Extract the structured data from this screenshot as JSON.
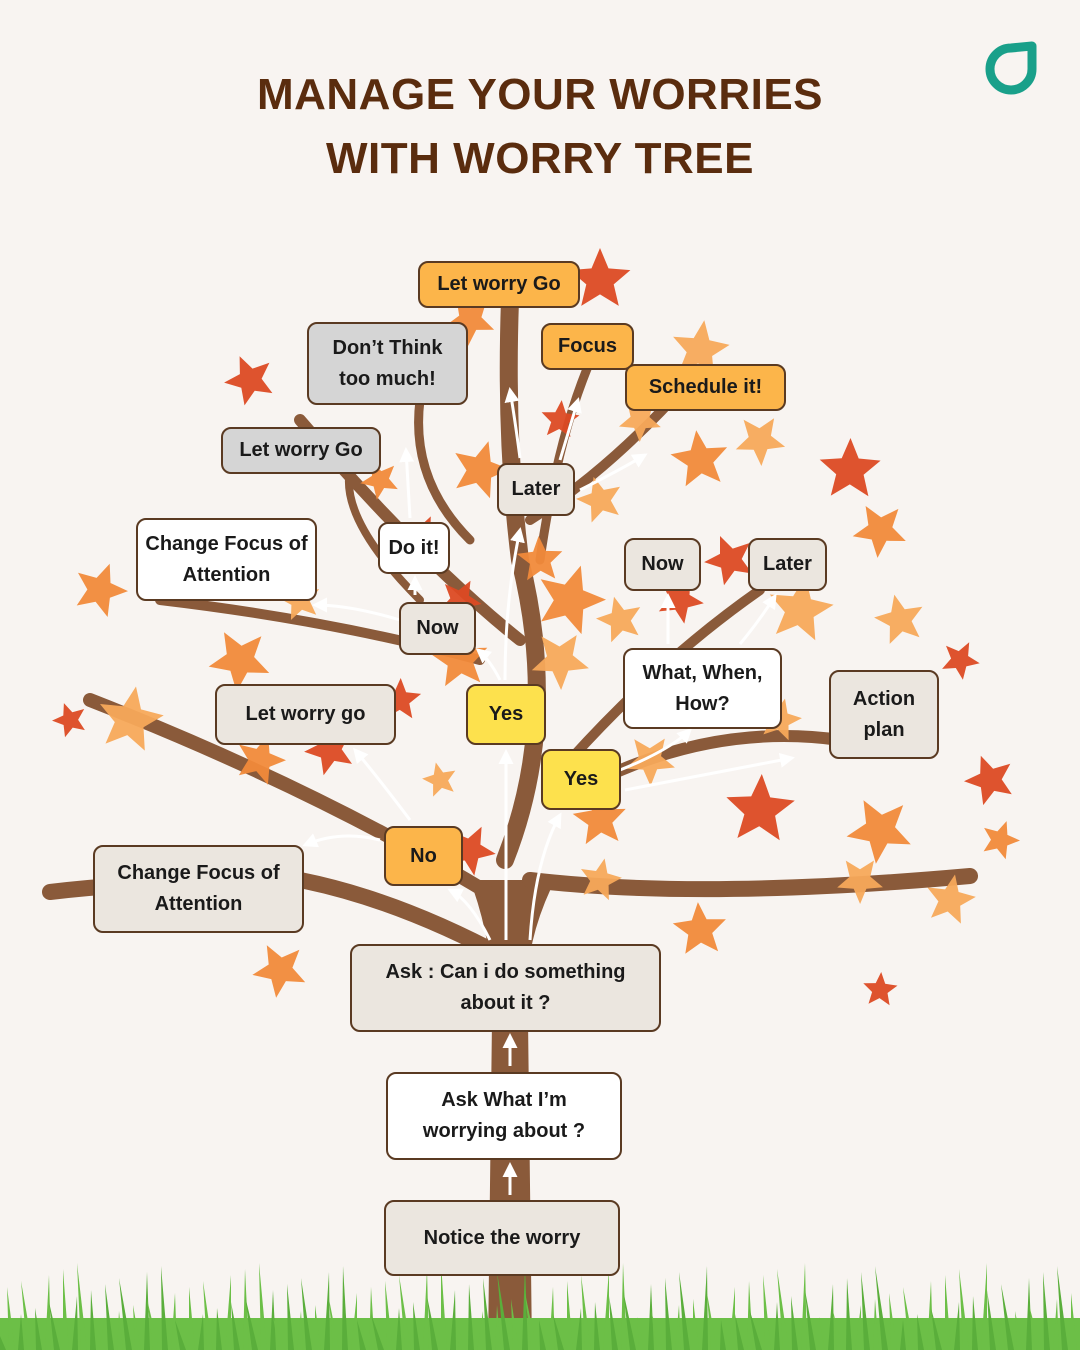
{
  "header": {
    "title_line1": "MANAGE YOUR WORRIES",
    "title_line2": "WITH WORRY TREE"
  },
  "logo": {
    "icon": "leaf-ring-logo-icon",
    "color": "#19a08a"
  },
  "colors": {
    "title": "#5a2c0e",
    "trunk": "#8a5a3a",
    "leaf_red": "#dc4a23",
    "leaf_orange": "#f18a3a",
    "leaf_light": "#f7a95a",
    "grass": "#6cbf47",
    "node_orange": "#fcb54a",
    "node_yellow": "#fde14d",
    "node_gray": "#d5d5d5",
    "node_beige": "#ebe6df"
  },
  "nodes": [
    {
      "id": "notice",
      "text": "Notice the worry"
    },
    {
      "id": "ask_what",
      "text": "Ask What I’m\nworrying about ?"
    },
    {
      "id": "ask_can",
      "text": "Ask : Can i do something\nabout it ?"
    },
    {
      "id": "no",
      "text": "No"
    },
    {
      "id": "change_focus_low",
      "text": "Change Focus of\nAttention"
    },
    {
      "id": "let_go_mid",
      "text": "Let worry go"
    },
    {
      "id": "yes_center",
      "text": "Yes"
    },
    {
      "id": "yes_right",
      "text": "Yes"
    },
    {
      "id": "now_left",
      "text": "Now"
    },
    {
      "id": "change_focus_high",
      "text": "Change Focus of\nAttention"
    },
    {
      "id": "do_it",
      "text": "Do it!"
    },
    {
      "id": "let_go_gray",
      "text": "Let worry Go"
    },
    {
      "id": "dont_think",
      "text": "Don’t Think\ntoo much!"
    },
    {
      "id": "later_top",
      "text": "Later"
    },
    {
      "id": "let_go_top",
      "text": "Let worry Go"
    },
    {
      "id": "focus",
      "text": "Focus"
    },
    {
      "id": "schedule",
      "text": "Schedule it!"
    },
    {
      "id": "what_when_how",
      "text": "What, When,\nHow?"
    },
    {
      "id": "now_right",
      "text": "Now"
    },
    {
      "id": "later_right",
      "text": "Later"
    },
    {
      "id": "action_plan",
      "text": "Action\nplan"
    }
  ]
}
